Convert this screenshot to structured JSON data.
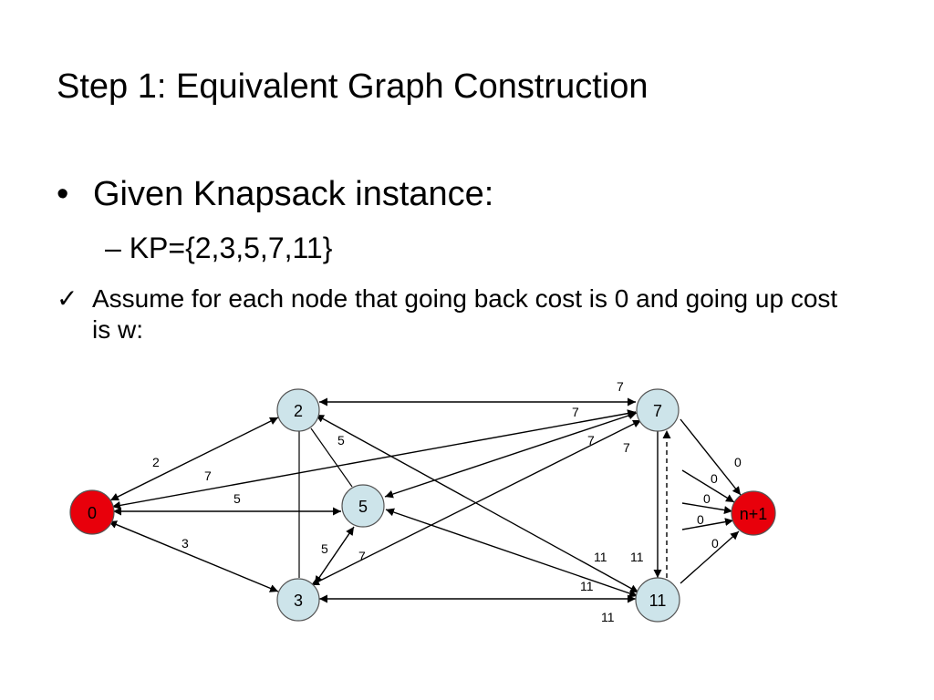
{
  "slide": {
    "title": "Step 1: Equivalent Graph Construction",
    "bullet": "Given Knapsack instance:",
    "bullet_marker": "•",
    "sub_bullet": "– KP={2,3,5,7,11}",
    "check_marker": "✓",
    "check_text": "Assume for each node that going back cost is 0 and going up cost is w:"
  },
  "graph": {
    "node_fill": "#cde4ea",
    "terminal_fill": "#e8000b",
    "nodes": [
      {
        "id": "0",
        "label": "0",
        "terminal": true
      },
      {
        "id": "2",
        "label": "2",
        "terminal": false
      },
      {
        "id": "3",
        "label": "3",
        "terminal": false
      },
      {
        "id": "5",
        "label": "5",
        "terminal": false
      },
      {
        "id": "7",
        "label": "7",
        "terminal": false
      },
      {
        "id": "11",
        "label": "11",
        "terminal": false
      },
      {
        "id": "n1",
        "label": "n+1",
        "terminal": true
      }
    ],
    "edges": [
      {
        "from": "0",
        "to": "2",
        "arrows": "both",
        "weight": "2"
      },
      {
        "from": "0",
        "to": "7",
        "arrows": "both",
        "weight": "7"
      },
      {
        "from": "0",
        "to": "5",
        "arrows": "both",
        "weight": "5"
      },
      {
        "from": "0",
        "to": "3",
        "arrows": "both",
        "weight": "3"
      },
      {
        "from": "2",
        "to": "7",
        "arrows": "both",
        "weight": "7"
      },
      {
        "from": "2",
        "to": "11",
        "arrows": "both",
        "weight": "11"
      },
      {
        "from": "2",
        "to": "5",
        "arrows": "none",
        "weight": "5"
      },
      {
        "from": "2",
        "to": "3",
        "arrows": "none",
        "weight": ""
      },
      {
        "from": "5",
        "to": "7",
        "arrows": "both",
        "weight": "7"
      },
      {
        "from": "5",
        "to": "11",
        "arrows": "both",
        "weight": "11"
      },
      {
        "from": "3",
        "to": "5",
        "arrows": "both",
        "weight": "5"
      },
      {
        "from": "3",
        "to": "7",
        "arrows": "both",
        "weight": "7"
      },
      {
        "from": "3",
        "to": "11",
        "arrows": "both",
        "weight": "11"
      },
      {
        "from": "7",
        "to": "11",
        "arrows": "forward",
        "weight": "11"
      },
      {
        "from": "11",
        "to": "7",
        "arrows": "forward-dashed",
        "weight": ""
      },
      {
        "from": "7",
        "to": "n1",
        "arrows": "forward",
        "weight": "0"
      },
      {
        "from": "11",
        "to": "n1",
        "arrows": "forward",
        "weight": "0"
      }
    ],
    "extra_labels": {
      "top_7": "7",
      "top_11": "11",
      "stub_weights": [
        "0",
        "0",
        "0"
      ]
    }
  }
}
